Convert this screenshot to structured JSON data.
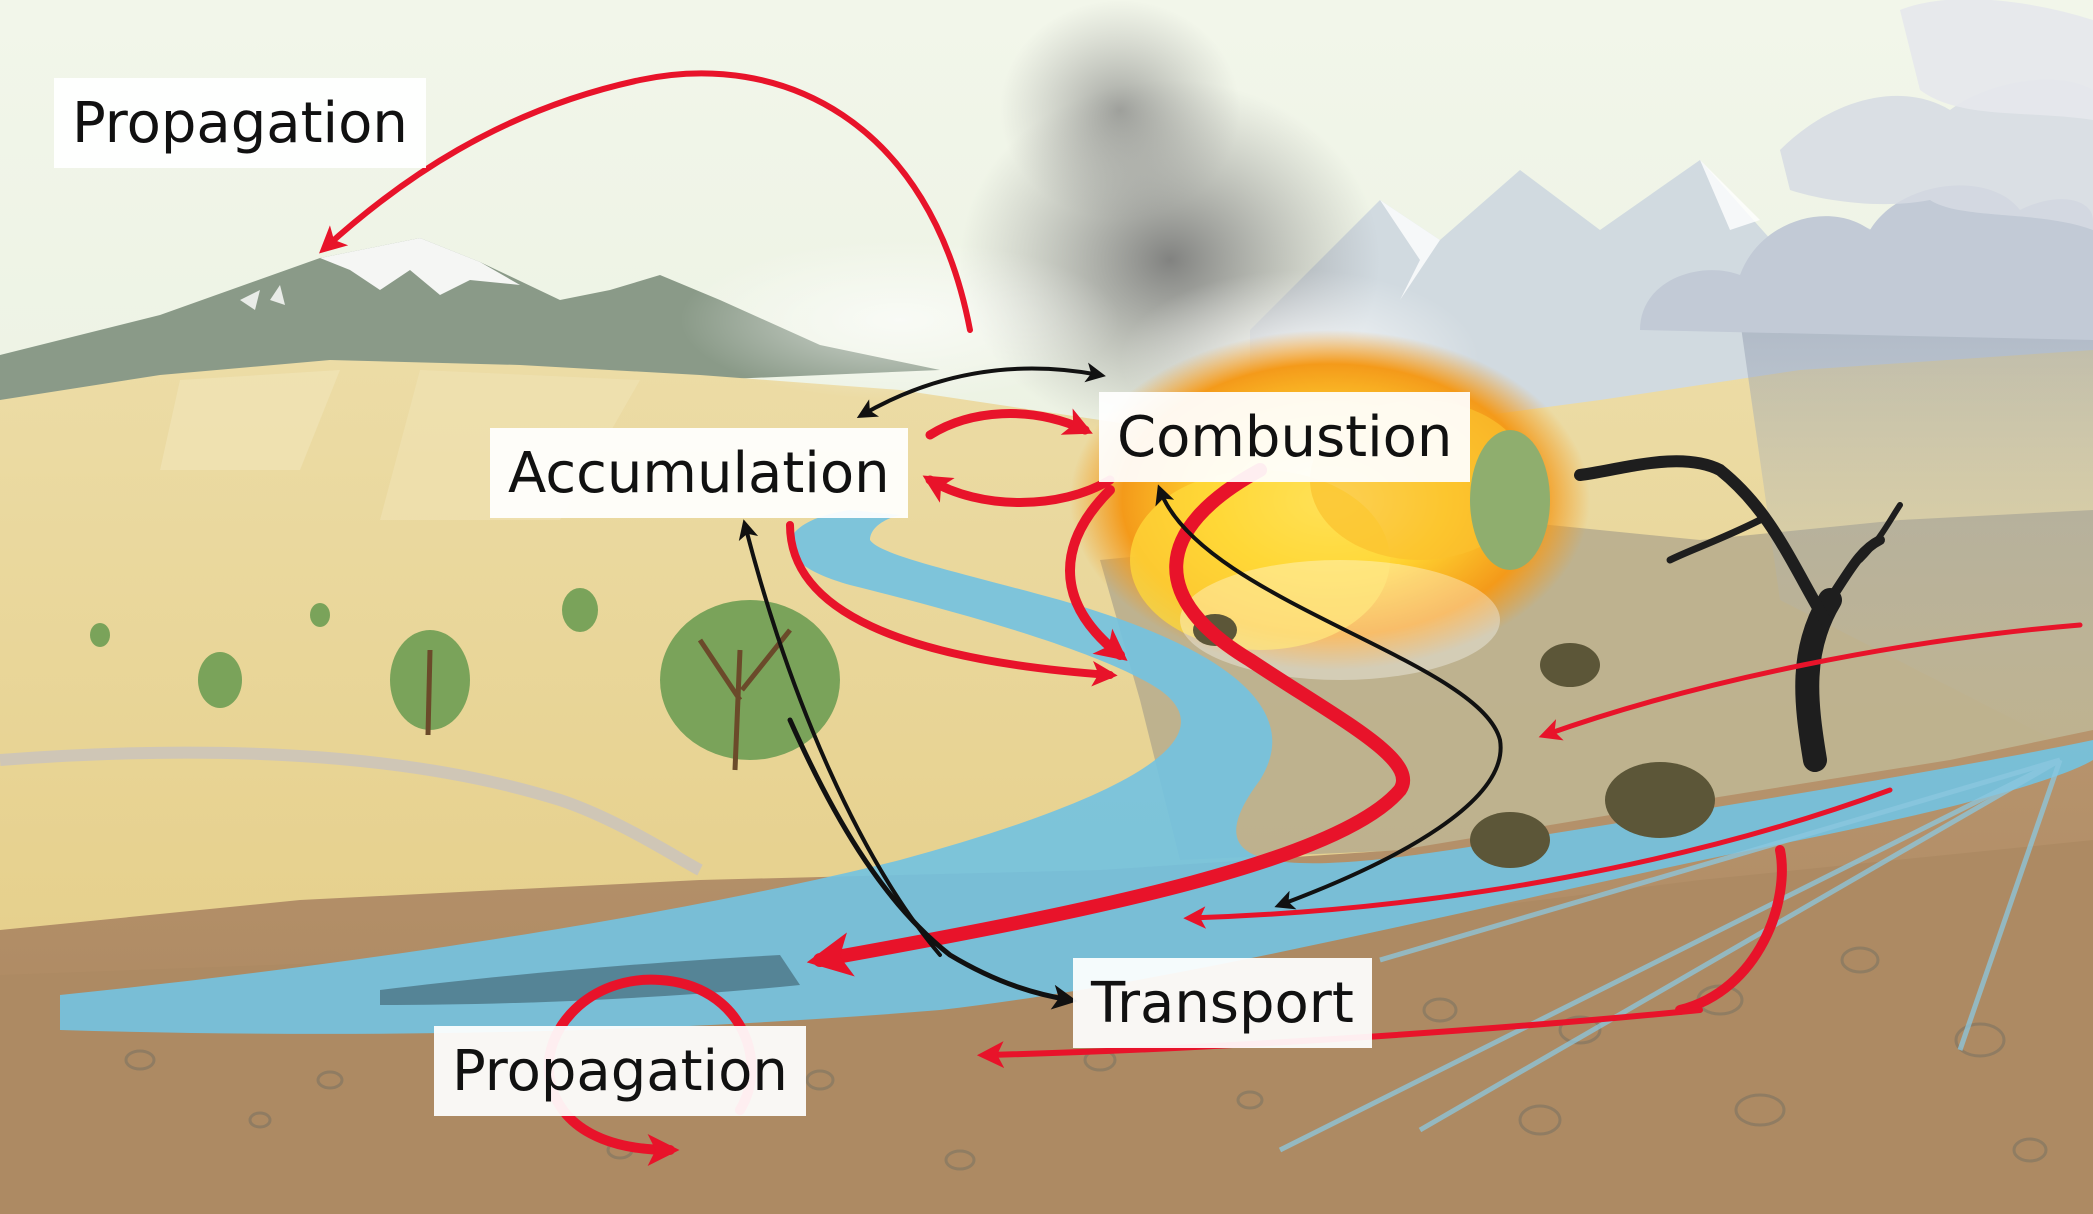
{
  "labels": {
    "propagation_top": "Propagation",
    "accumulation": "Accumulation",
    "combustion": "Combustion",
    "transport": "Transport",
    "propagation_bottom": "Propagation"
  },
  "colors": {
    "flow_arrow": "#e8132a",
    "link_arrow": "#111111",
    "water": "#6fbfdf",
    "sand": "#eadaa0",
    "soil": "#b38f68",
    "mountain": "#8a9a88",
    "fire": "#f5a81c",
    "smoke": "#777777",
    "storm_cloud": "#c2cad6"
  }
}
